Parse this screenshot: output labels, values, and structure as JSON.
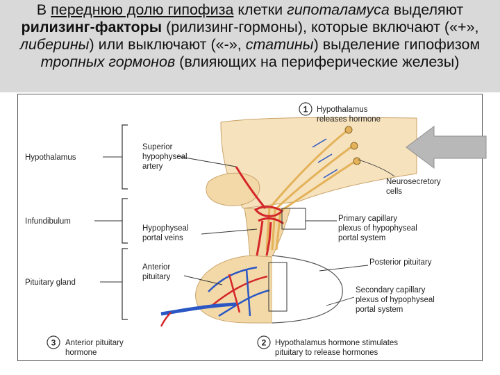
{
  "header": {
    "p1": "В ",
    "p1u": "переднюю долю гипофиза",
    "p2": " клетки ",
    "p2i": "гипоталамуса",
    "p3": " выделяют ",
    "p3b": "рилизинг-факторы",
    "p4": " (рилизинг-гормоны), которые включают («+», ",
    "p4i": "либерины",
    "p5": ") или выключают («-», ",
    "p5i": "статины",
    "p6": ") выделение гипофизом ",
    "p6i": "тропных гормонов",
    "p7": " (влияющих на периферические железы)"
  },
  "labels": {
    "hypothalamus": "Hypothalamus",
    "infundibulum": "Infundibulum",
    "pituitary_gland": "Pituitary gland",
    "superior_artery": [
      "Superior",
      "hypophyseal",
      "artery"
    ],
    "portal_veins": [
      "Hypophyseal",
      "portal veins"
    ],
    "anterior_pituitary": [
      "Anterior",
      "pituitary"
    ],
    "neurosecretory": [
      "Neurosecretory",
      "cells"
    ],
    "primary_plexus": [
      "Primary capillary",
      "plexus of hypophyseal",
      "portal system"
    ],
    "posterior_pituitary": "Posterior pituitary",
    "secondary_plexus": [
      "Secondary capillary",
      "plexus of hypophyseal",
      "portal system"
    ]
  },
  "steps": [
    {
      "number": "1",
      "lines": [
        "Hypothalamus",
        "releases hormone"
      ]
    },
    {
      "number": "2",
      "lines": [
        "Hypothalamus hormone stimulates",
        "pituitary to release hormones"
      ]
    },
    {
      "number": "3",
      "lines": [
        "Anterior pituitary",
        "hormone"
      ]
    }
  ],
  "colors": {
    "header_bg": "#d9d9d9",
    "tissue": "#f3d9a8",
    "artery": "#d4262a",
    "vein": "#2b57c4",
    "neuron": "#e3b25a",
    "arrow": "#b8b8b8"
  }
}
